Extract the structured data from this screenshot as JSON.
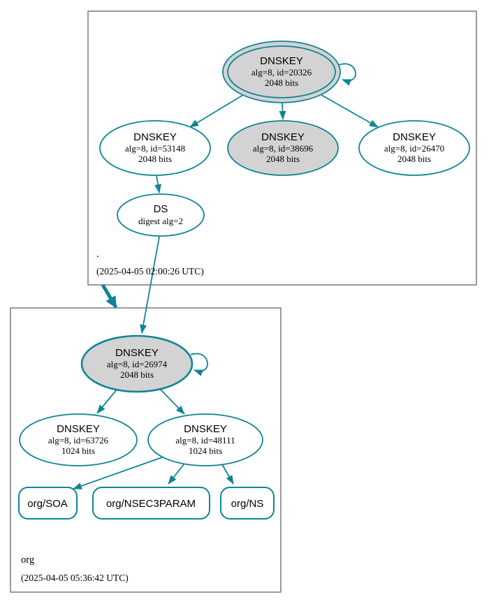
{
  "colors": {
    "accent": "#0e8596",
    "ksk_fill": "#d3d3d3",
    "node_fill": "#ffffff",
    "cluster_border": "#595959",
    "text": "#000000",
    "background": "#ffffff"
  },
  "clusters": {
    "root": {
      "label": ".",
      "timestamp": "(2025-04-05 02:00:26 UTC)"
    },
    "org": {
      "label": "org",
      "timestamp": "(2025-04-05 05:36:42 UTC)"
    }
  },
  "nodes": {
    "dnskey_20326": {
      "type": "DNSKEY",
      "alg": "alg=8, id=20326",
      "bits": "2048 bits"
    },
    "dnskey_53148": {
      "type": "DNSKEY",
      "alg": "alg=8, id=53148",
      "bits": "2048 bits"
    },
    "dnskey_38696": {
      "type": "DNSKEY",
      "alg": "alg=8, id=38696",
      "bits": "2048 bits"
    },
    "dnskey_26470": {
      "type": "DNSKEY",
      "alg": "alg=8, id=26470",
      "bits": "2048 bits"
    },
    "ds_org": {
      "type": "DS",
      "digest": "digest alg=2"
    },
    "dnskey_26974": {
      "type": "DNSKEY",
      "alg": "alg=8, id=26974",
      "bits": "2048 bits"
    },
    "dnskey_63726": {
      "type": "DNSKEY",
      "alg": "alg=8, id=63726",
      "bits": "1024 bits"
    },
    "dnskey_48111": {
      "type": "DNSKEY",
      "alg": "alg=8, id=48111",
      "bits": "1024 bits"
    },
    "rrset_soa": {
      "label": "org/SOA"
    },
    "rrset_nsec3param": {
      "label": "org/NSEC3PARAM"
    },
    "rrset_ns": {
      "label": "org/NS"
    }
  }
}
